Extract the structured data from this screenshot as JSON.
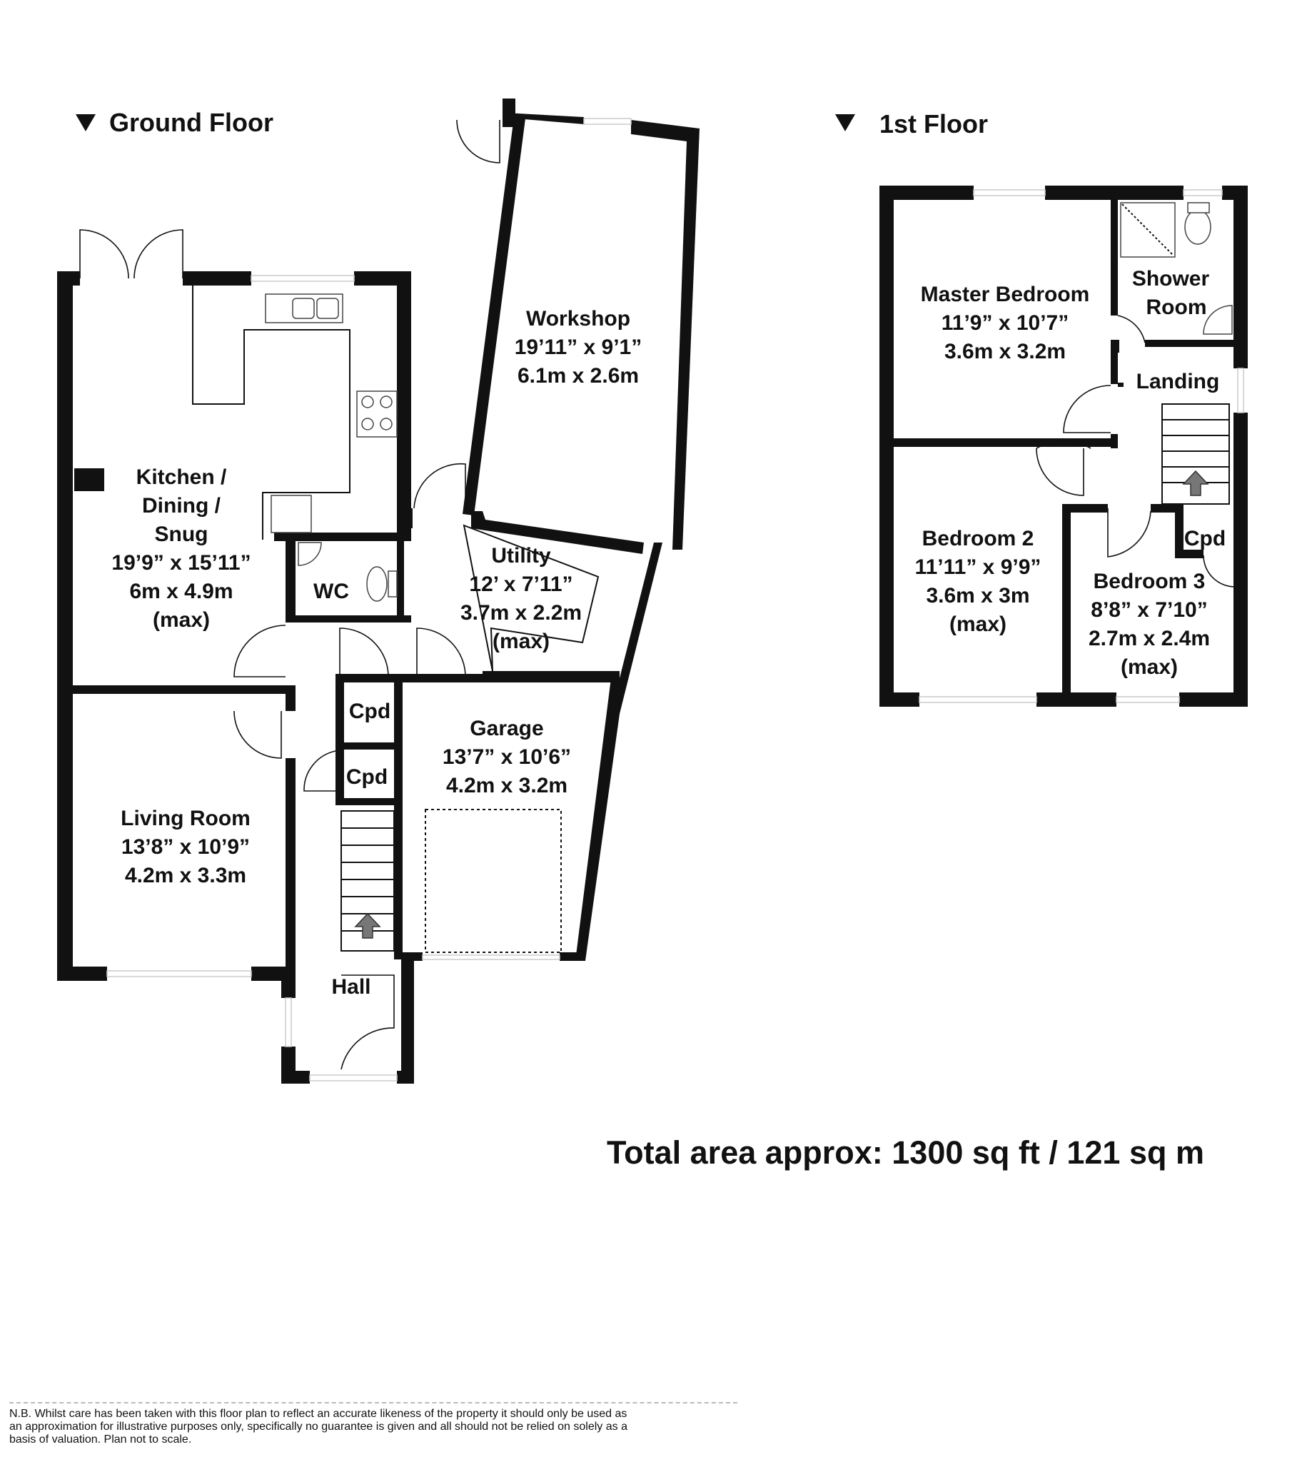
{
  "floors": {
    "ground": {
      "title": "Ground Floor"
    },
    "first": {
      "title": "1st Floor"
    }
  },
  "rooms": {
    "kitchen": {
      "name1": "Kitchen /",
      "name2": "Dining /",
      "name3": "Snug",
      "imperial": "19’9” x 15’11”",
      "metric": "6m x 4.9m",
      "note": "(max)"
    },
    "living": {
      "name": "Living Room",
      "imperial": "13’8” x 10’9”",
      "metric": "4.2m x 3.3m"
    },
    "wc": {
      "name": "WC"
    },
    "hall": {
      "name": "Hall"
    },
    "cpd_ground_1": {
      "name": "Cpd"
    },
    "cpd_ground_2": {
      "name": "Cpd"
    },
    "workshop": {
      "name": "Workshop",
      "imperial": "19’11” x 9’1”",
      "metric": "6.1m x 2.6m"
    },
    "utility": {
      "name": "Utility",
      "imperial": "12’ x 7’11”",
      "metric": "3.7m x 2.2m",
      "note": "(max)"
    },
    "garage": {
      "name": "Garage",
      "imperial": "13’7” x 10’6”",
      "metric": "4.2m x 3.2m"
    },
    "master": {
      "name": "Master Bedroom",
      "imperial": "11’9” x 10’7”",
      "metric": "3.6m x 3.2m"
    },
    "shower": {
      "name1": "Shower",
      "name2": "Room"
    },
    "landing": {
      "name": "Landing"
    },
    "bedroom2": {
      "name": "Bedroom 2",
      "imperial": "11’11” x 9’9”",
      "metric": "3.6m x 3m",
      "note": "(max)"
    },
    "bedroom3": {
      "name": "Bedroom 3",
      "imperial": "8’8” x 7’10”",
      "metric": "2.7m x 2.4m",
      "note": "(max)"
    },
    "cpd_first": {
      "name": "Cpd"
    }
  },
  "total_area": "Total area approx: 1300 sq ft / 121 sq m",
  "disclaimer": {
    "line1": "N.B. Whilst care has been taken with this floor plan to reflect an accurate likeness of the property it should only be used as",
    "line2": "an approximation for illustrative purposes only, specifically no guarantee is given and all should not be relied on solely as a",
    "line3": "basis of valuation. Plan not to scale."
  }
}
